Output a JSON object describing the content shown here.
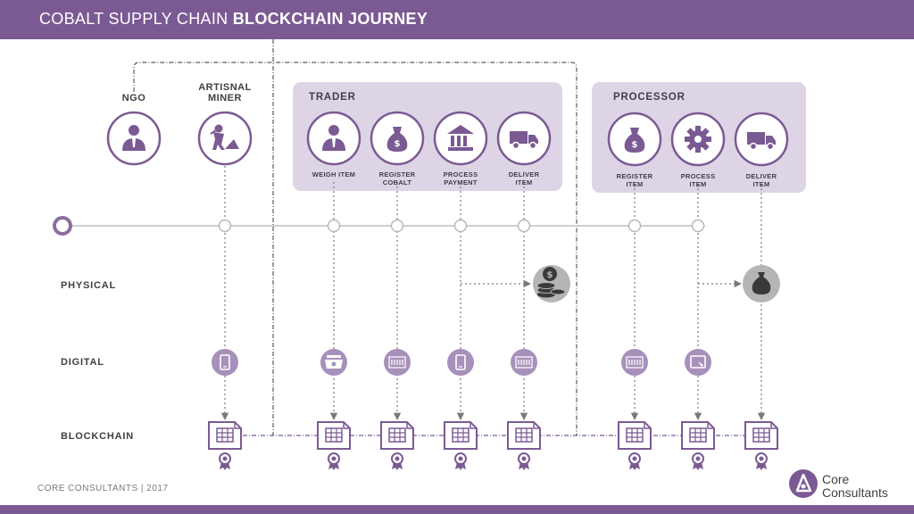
{
  "header": {
    "title_regular": "COBALT SUPPLY CHAIN ",
    "title_bold": "BLOCKCHAIN JOURNEY"
  },
  "actors": {
    "ngo": "NGO",
    "miner": "ARTISNAL MINER",
    "trader": "TRADER",
    "processor": "PROCESSOR"
  },
  "trader_steps": [
    "WEIGH ITEM",
    "REGISTER COBALT",
    "PROCESS PAYMENT",
    "DELIVER ITEM"
  ],
  "processor_steps": [
    "REGISTER ITEM",
    "PROCESS ITEM",
    "DELIVER ITEM"
  ],
  "rows": {
    "physical": "PHYSICAL",
    "digital": "DIGITAL",
    "blockchain": "BLOCKCHAIN"
  },
  "footer": {
    "credit": "CORE CONSULTANTS  | 2017",
    "logo_line1": "Core",
    "logo_line2": "Consultants"
  },
  "colors": {
    "accent": "#7b5a93",
    "light": "#ddd5e6",
    "dark_gray": "#3f3f46",
    "node_gray": "#b8b8b8"
  },
  "icons": {
    "ngo": "person-icon",
    "miner": "miner-icon",
    "weigh": "person-icon",
    "register_cobalt": "money-bag-icon",
    "payment": "bank-icon",
    "deliver": "truck-icon",
    "process": "gear-icon",
    "coins": "coins-icon",
    "bag": "money-bag-icon",
    "digital": [
      "phone-icon",
      "scale-icon",
      "barcode-icon",
      "phone-icon",
      "barcode-icon",
      "barcode-icon",
      "tablet-icon"
    ],
    "blockchain": "ledger-icon",
    "certificate": "ribbon-icon",
    "logo": "core-logo-icon"
  }
}
